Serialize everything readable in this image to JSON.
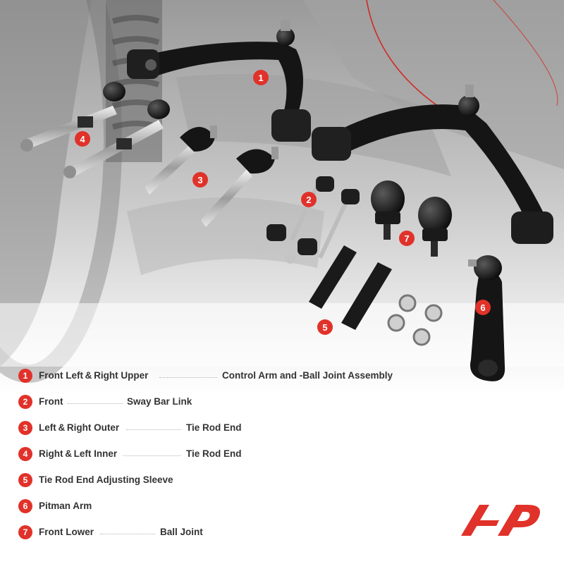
{
  "badges": [
    "1",
    "2",
    "3",
    "4",
    "5",
    "6",
    "7"
  ],
  "legend": [
    {
      "num": "1",
      "part_a": "Front Left & Right  Upper",
      "part_b": "Control Arm and -Ball Joint Assembly"
    },
    {
      "num": "2",
      "part_a": "Front",
      "part_b": "Sway Bar Link"
    },
    {
      "num": "3",
      "part_a": "Left & Right Outer",
      "part_b": "Tie Rod End"
    },
    {
      "num": "4",
      "part_a": "Right & Left Inner",
      "part_b": "Tie Rod End"
    },
    {
      "num": "5",
      "part_a": "Tie Rod End Adjusting Sleeve",
      "part_b": ""
    },
    {
      "num": "6",
      "part_a": "Pitman Arm",
      "part_b": ""
    },
    {
      "num": "7",
      "part_a": "Front Lower",
      "part_b": "Ball Joint"
    }
  ],
  "colors": {
    "accent": "#e0322a",
    "part": "#1c1c1c",
    "text": "#333333"
  }
}
